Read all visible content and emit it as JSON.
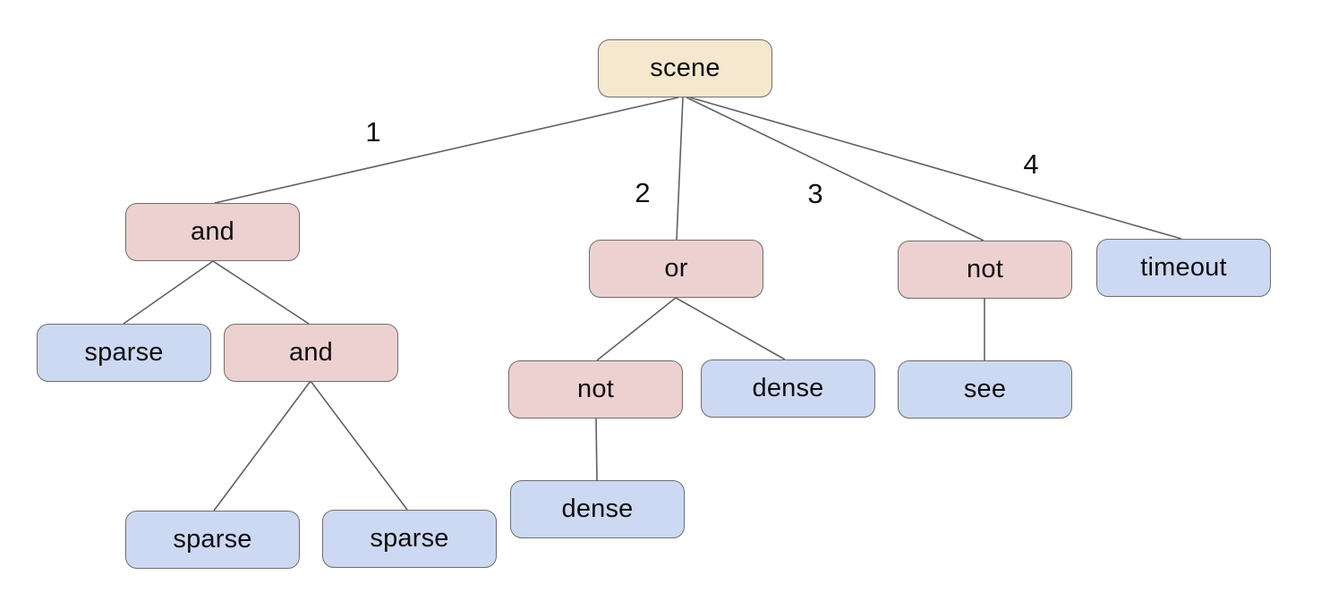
{
  "diagram": {
    "kind": "tree",
    "root_label": "scene"
  },
  "colors": {
    "background": "#ffffff",
    "root_fill": "#f5e8cf",
    "operator_fill": "#ecd1d0",
    "leaf_fill": "#cdd9f2",
    "node_border": "#6e6e6e",
    "edge_line": "#606060",
    "text": "#0f0f0f"
  },
  "nodes": [
    {
      "id": "scene",
      "label": "scene",
      "role": "root"
    },
    {
      "id": "and-1",
      "label": "and",
      "role": "operator"
    },
    {
      "id": "sparse-1",
      "label": "sparse",
      "role": "leaf"
    },
    {
      "id": "and-2",
      "label": "and",
      "role": "operator"
    },
    {
      "id": "sparse-2",
      "label": "sparse",
      "role": "leaf"
    },
    {
      "id": "sparse-3",
      "label": "sparse",
      "role": "leaf"
    },
    {
      "id": "or",
      "label": "or",
      "role": "operator"
    },
    {
      "id": "not-2",
      "label": "not",
      "role": "operator"
    },
    {
      "id": "dense-2",
      "label": "dense",
      "role": "leaf"
    },
    {
      "id": "dense-1",
      "label": "dense",
      "role": "leaf"
    },
    {
      "id": "not-1",
      "label": "not",
      "role": "operator"
    },
    {
      "id": "see",
      "label": "see",
      "role": "leaf"
    },
    {
      "id": "timeout",
      "label": "timeout",
      "role": "leaf"
    }
  ],
  "edges": [
    {
      "from": "scene",
      "to": "and-1",
      "label": "1"
    },
    {
      "from": "scene",
      "to": "or",
      "label": "2"
    },
    {
      "from": "scene",
      "to": "not-1",
      "label": "3"
    },
    {
      "from": "scene",
      "to": "timeout",
      "label": "4"
    },
    {
      "from": "and-1",
      "to": "sparse-1",
      "label": ""
    },
    {
      "from": "and-1",
      "to": "and-2",
      "label": ""
    },
    {
      "from": "and-2",
      "to": "sparse-2",
      "label": ""
    },
    {
      "from": "and-2",
      "to": "sparse-3",
      "label": ""
    },
    {
      "from": "or",
      "to": "not-2",
      "label": ""
    },
    {
      "from": "or",
      "to": "dense-1",
      "label": ""
    },
    {
      "from": "not-2",
      "to": "dense-2",
      "label": ""
    },
    {
      "from": "not-1",
      "to": "see",
      "label": ""
    }
  ]
}
